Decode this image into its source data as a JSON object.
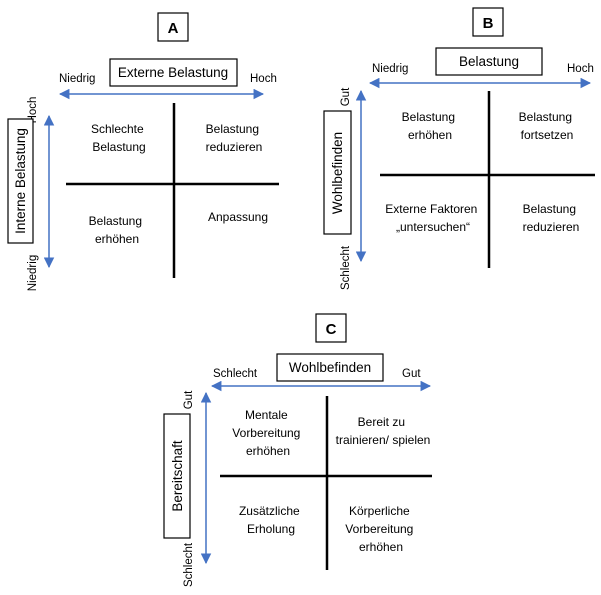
{
  "panels": [
    {
      "letter": "A",
      "horizontal_axis": {
        "title": "Externe Belastung",
        "low": "Niedrig",
        "high": "Hoch"
      },
      "vertical_axis": {
        "title": "Interne Belastung",
        "top": "Hoch",
        "bottom": "Niedrig"
      },
      "quadrants": {
        "top_left": [
          "Schlechte",
          "Belastung"
        ],
        "top_right": [
          "Belastung",
          "reduzieren"
        ],
        "bottom_left": [
          "Belastung",
          "erhöhen"
        ],
        "bottom_right": [
          "Anpassung"
        ]
      }
    },
    {
      "letter": "B",
      "horizontal_axis": {
        "title": "Belastung",
        "low": "Niedrig",
        "high": "Hoch"
      },
      "vertical_axis": {
        "title": "Wohlbefinden",
        "top": "Gut",
        "bottom": "Schlecht"
      },
      "quadrants": {
        "top_left": [
          "Belastung",
          "erhöhen"
        ],
        "top_right": [
          "Belastung",
          "fortsetzen"
        ],
        "bottom_left": [
          "Externe Faktoren",
          "„untersuchen“"
        ],
        "bottom_right": [
          "Belastung",
          "reduzieren"
        ]
      }
    },
    {
      "letter": "C",
      "horizontal_axis": {
        "title": "Wohlbefinden",
        "low": "Schlecht",
        "high": "Gut"
      },
      "vertical_axis": {
        "title": "Bereitschaft",
        "top": "Gut",
        "bottom": "Schlecht"
      },
      "quadrants": {
        "top_left": [
          "Mentale",
          "Vorbereitung",
          "erhöhen"
        ],
        "top_right": [
          "Bereit zu",
          "trainieren/ spielen"
        ],
        "bottom_left": [
          "Zusätzliche",
          "Erholung"
        ],
        "bottom_right": [
          "Körperliche",
          "Vorbereitung",
          "erhöhen"
        ]
      }
    }
  ],
  "colors": {
    "arrow": "#4472c4",
    "line": "#000000",
    "text": "#1a1a1a"
  }
}
